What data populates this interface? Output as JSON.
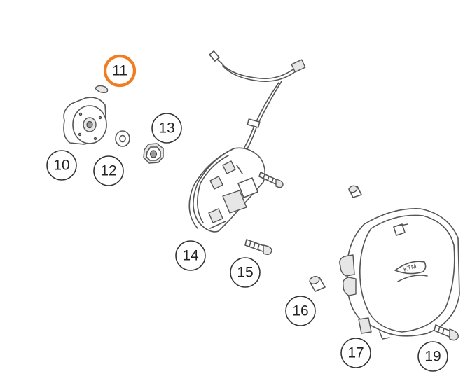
{
  "highlight_color": "#f07d1f",
  "callouts": [
    {
      "id": "c11",
      "label": "11",
      "highlighted": true
    },
    {
      "id": "c10",
      "label": "10",
      "highlighted": false
    },
    {
      "id": "c12",
      "label": "12",
      "highlighted": false
    },
    {
      "id": "c13",
      "label": "13",
      "highlighted": false
    },
    {
      "id": "c14",
      "label": "14",
      "highlighted": false
    },
    {
      "id": "c15",
      "label": "15",
      "highlighted": false
    },
    {
      "id": "c16",
      "label": "16",
      "highlighted": false
    },
    {
      "id": "c17",
      "label": "17",
      "highlighted": false
    },
    {
      "id": "c19",
      "label": "19",
      "highlighted": false
    }
  ]
}
